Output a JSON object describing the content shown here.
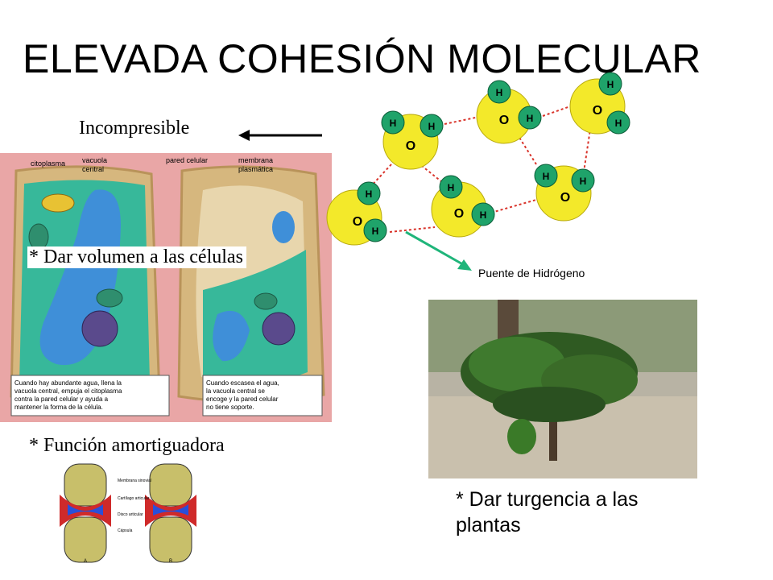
{
  "title": "ELEVADA COHESIÓN MOLECULAR",
  "labels": {
    "incompresible": "Incompresible",
    "volumen": "* Dar volumen  a las células",
    "amortiguadora": "* Función amortiguadora",
    "turgencia": "* Dar turgencia a las plantas"
  },
  "cell_figure": {
    "labels": {
      "citoplasma": "citoplasma",
      "vacuola_1": "vacuola",
      "vacuola_2": "central",
      "pared_celular": "pared celular",
      "membrana_1": "membrana",
      "membrana_2": "plasmática"
    },
    "caption_left": [
      "Cuando hay abundante agua, llena la",
      "vacuola central, empuja el citoplasma",
      "contra la pared celular y ayuda a",
      "mantener la forma de la célula."
    ],
    "caption_right": [
      "Cuando escasea el agua,",
      "la vacuola central se",
      "encoge y la pared celular",
      "no tiene soporte."
    ]
  },
  "molecule_figure": {
    "hydrogen_symbol": "H",
    "oxygen_symbol": "O",
    "bond_label": "Puente de Hidrógeno"
  },
  "joint_figure": {
    "labels": [
      "Membrana sinovial",
      "Cartílago articular",
      "Disco articular",
      "Cápsula"
    ],
    "panel_labels": [
      "A",
      "B"
    ]
  },
  "colors": {
    "oxygen": "#f3e92a",
    "hydrogen": "#1fa36a",
    "bond": "#d9342b",
    "arrow": "#1fb57a",
    "cell_wall": "#d6b77e",
    "cytoplasm": "#37b89a",
    "vacuole": "#3f8fd8"
  }
}
